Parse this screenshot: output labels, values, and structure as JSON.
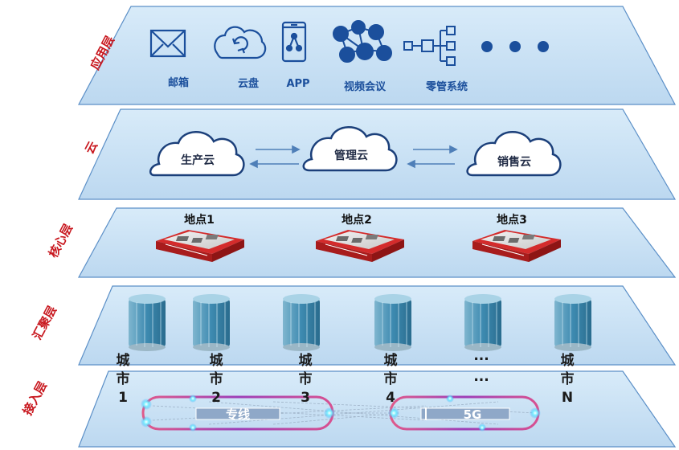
{
  "layers": [
    "应用层",
    "云",
    "核心层",
    "汇聚层",
    "接入层"
  ],
  "apps": [
    {
      "label": "邮箱",
      "icon": "mail-icon"
    },
    {
      "label": "云盘",
      "icon": "cloud-sync-icon"
    },
    {
      "label": "APP",
      "icon": "mobile-app-icon"
    },
    {
      "label": "视频会议",
      "icon": "video-conference-icon"
    },
    {
      "label": "零管系统",
      "icon": "org-tree-icon"
    }
  ],
  "more_icon": "ellipsis-icon",
  "clouds": [
    "生产云",
    "管理云",
    "销售云"
  ],
  "sites": [
    "地点1",
    "地点2",
    "地点3"
  ],
  "cities": [
    [
      "城",
      "市",
      "1"
    ],
    [
      "城",
      "市",
      "2"
    ],
    [
      "城",
      "市",
      "3"
    ],
    [
      "城",
      "市",
      "4"
    ],
    [
      "...",
      "...",
      ""
    ],
    [
      "城",
      "市",
      "N"
    ]
  ],
  "links": [
    "专线",
    "5G"
  ],
  "colors": {
    "plane_fill": "#cfe4f6",
    "plane_stroke": "#5b8fc7",
    "label_red": "#c8171e",
    "text_blue": "#1b4f9c",
    "router_red": "#d42b2b",
    "building": "#3d8ab0",
    "ring_purple": "#b03aa6"
  }
}
